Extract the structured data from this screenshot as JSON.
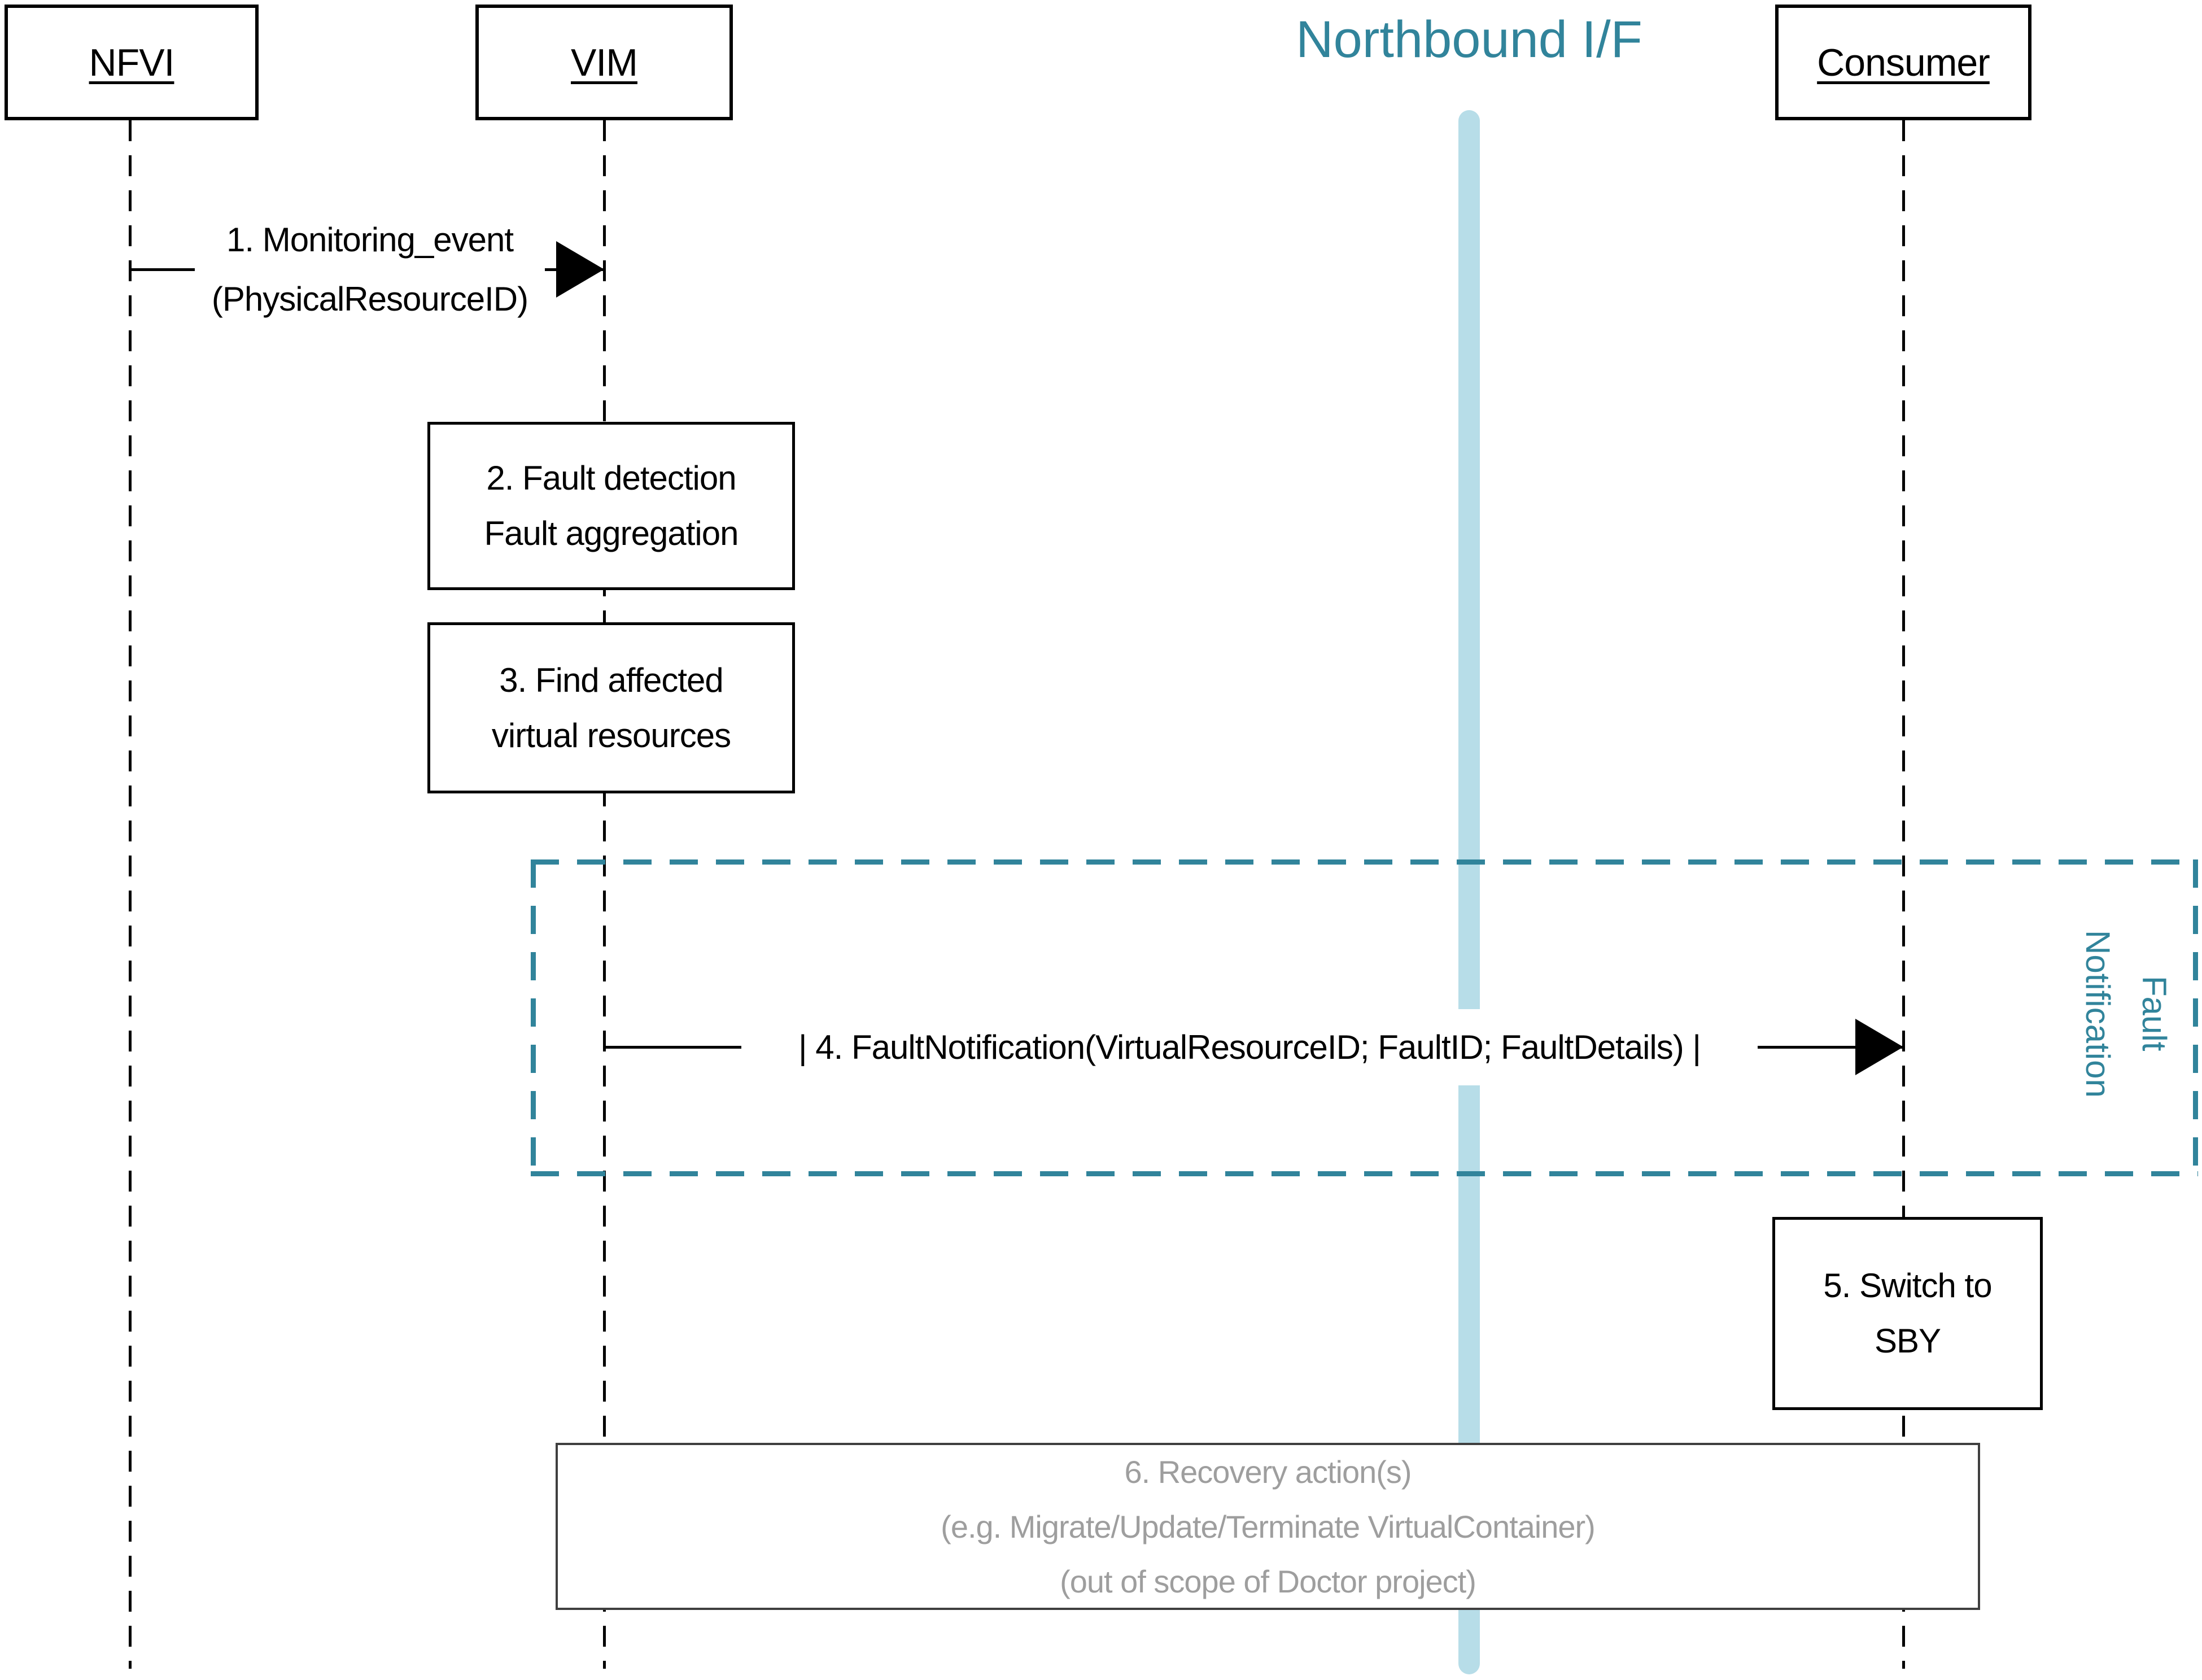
{
  "diagram": {
    "title": "Northbound I/F",
    "lifelines": [
      {
        "id": "nfvi",
        "label": "NFVI"
      },
      {
        "id": "vim",
        "label": "VIM"
      },
      {
        "id": "consumer",
        "label": "Consumer"
      }
    ],
    "messages": {
      "m1_line1": "1. Monitoring_event",
      "m1_line2": "(PhysicalResourceID)",
      "m4": "| 4. FaultNotification(VirtualResourceID; FaultID; FaultDetails) |"
    },
    "activities": {
      "a2_line1": "2. Fault detection",
      "a2_line2": "Fault aggregation",
      "a3_line1": "3. Find affected",
      "a3_line2": "virtual resources",
      "a5_line1": "5. Switch to",
      "a5_line2": "SBY",
      "a6_line1": "6. Recovery action(s)",
      "a6_line2": "(e.g. Migrate/Update/Terminate VirtualContainer)",
      "a6_line3": "(out of scope of Doctor project)"
    },
    "frame": {
      "label_line1": "Fault",
      "label_line2": "Notification"
    },
    "colors": {
      "teal": "#31849B",
      "light_blue": "#B7DDE8",
      "gray_text": "#9E9E9E"
    }
  }
}
